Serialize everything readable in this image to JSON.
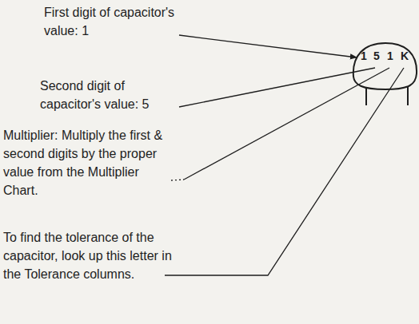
{
  "diagram": {
    "labels": [
      "1",
      "5",
      "1",
      "K",
      "First digit of capacitor's value: 1",
      "Second digit of capacitor's value: 5",
      "Multiplier: Multiply the first & second digits by the proper value from the Multiplier Chart.",
      "To find the tolerance of the capacitor, look up this letter in the Tolerance columns."
    ]
  }
}
